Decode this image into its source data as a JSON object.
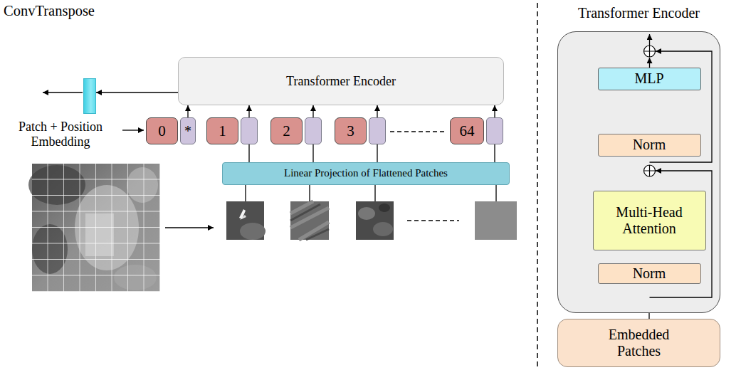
{
  "diagram": {
    "nodes": [
      {
        "text": [
          "ConvTranspose"
        ]
      },
      {
        "text": [
          "Transformer Encoder"
        ]
      },
      {
        "text": [
          "0",
          "*"
        ]
      },
      {
        "text": [
          "1"
        ]
      },
      {
        "text": [
          "2"
        ]
      },
      {
        "text": [
          "3"
        ]
      },
      {
        "text": [
          "64"
        ]
      },
      {
        "text": [
          "Linear Projection of Flattened Patches"
        ]
      },
      {
        "text": [
          "Transformer Encoder"
        ]
      },
      {
        "text": [
          "MLP"
        ],
        "in": 8
      },
      {
        "text": [
          "Norm"
        ],
        "in": 8
      },
      {
        "text": [
          "Multi-Head Attention"
        ],
        "in": 8
      },
      {
        "text": [
          "Norm"
        ],
        "in": 8
      },
      {
        "text": [
          "Embedded Patches"
        ]
      }
    ],
    "edges": [
      {
        "from": 1,
        "to": 0,
        "arrow": "to"
      },
      {
        "from": 2,
        "to": 1,
        "arrow": "to"
      },
      {
        "from": 3,
        "to": 1,
        "arrow": "to"
      },
      {
        "from": 4,
        "to": 1,
        "arrow": "to"
      },
      {
        "from": 5,
        "to": 1,
        "arrow": "to"
      },
      {
        "from": 6,
        "to": 1,
        "arrow": "to"
      },
      {
        "from": 7,
        "to": 3,
        "arrow": "none"
      },
      {
        "from": 7,
        "to": 4,
        "arrow": "none"
      },
      {
        "from": 7,
        "to": 5,
        "arrow": "none"
      },
      {
        "from": 7,
        "to": 6,
        "arrow": "none"
      },
      {
        "from": 13,
        "to": 12,
        "arrow": "none"
      },
      {
        "from": 12,
        "to": 11,
        "arrow": "to"
      },
      {
        "from": 11,
        "to": 10,
        "arrow": "to"
      },
      {
        "from": 10,
        "to": 9,
        "arrow": "none"
      }
    ],
    "labels": [
      "Patch + Position Embedding"
    ]
  }
}
